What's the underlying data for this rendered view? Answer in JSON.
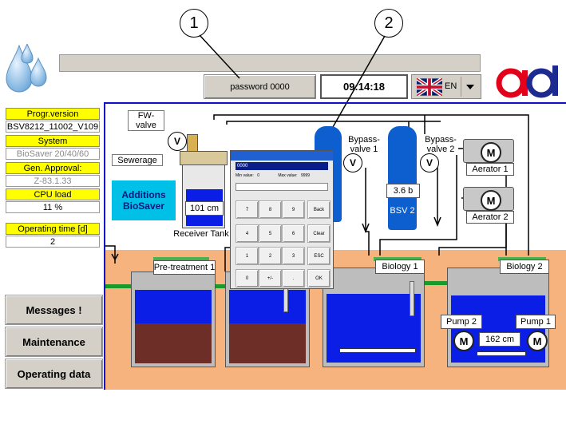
{
  "header": {
    "password_label": "password 0000",
    "time": "09:14:18",
    "language": "EN"
  },
  "callouts": [
    "1",
    "2"
  ],
  "sidebar": {
    "progr_version_label": "Progr.version",
    "progr_version_value": "BSV8212_11002_V109",
    "system_label": "System",
    "system_value": "BioSaver 20/40/60",
    "approval_label": "Gen. Approval:",
    "approval_value": "Z-83.1.33",
    "cpu_label": "CPU load",
    "cpu_value": "11 %",
    "optime_label": "Operating time [d]",
    "optime_value": "2"
  },
  "nav": {
    "messages": "Messages !",
    "maintenance": "Maintenance",
    "operating_data": "Operating data"
  },
  "plant": {
    "fw_valve": "FW-\nvalve",
    "sewerage": "Sewerage",
    "additions": "Additions\nBioSaver",
    "receiver_level": "101 cm",
    "receiver_tank": "Receiver Tank",
    "bypass1": "Bypass-\nvalve 1",
    "bypass2": "Bypass-\nvalve 2",
    "bsv2_pressure": "3.6 b",
    "bsv2": "BSV 2",
    "aerator1": "Aerator 1",
    "aerator2": "Aerator 2",
    "pretreatment1": "Pre-treatment 1",
    "biology1": "Biology 1",
    "biology2": "Biology 2",
    "pump1": "Pump 1",
    "pump2": "Pump 2",
    "biology2_level": "162 cm",
    "valve_symbol": "V",
    "motor_symbol": "M"
  },
  "keypad": {
    "display": "0000",
    "min_label": "Min value:",
    "min_value": "0",
    "max_label": "Max value:",
    "max_value": "9999",
    "keys": [
      "7",
      "8",
      "9",
      "Back",
      "4",
      "5",
      "6",
      "Clear",
      "1",
      "2",
      "3",
      "ESC",
      "0",
      "+/-",
      ".",
      "OK"
    ]
  },
  "colors": {
    "water": "#0a1ee6",
    "sludge": "#6e2e28",
    "ground": "#f6b37e",
    "pipe_green": "#1a9a2a",
    "tank_blue": "#0d5fd0",
    "cyan_button": "#00c0e8",
    "brand_red": "#e3001b",
    "brand_blue": "#1d2a8f"
  }
}
